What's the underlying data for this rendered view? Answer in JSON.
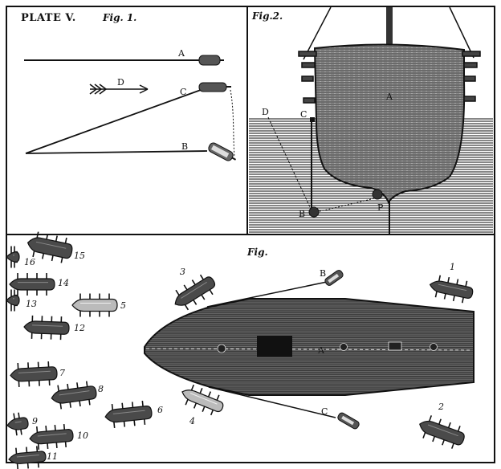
{
  "plate_title": "PLATE V.",
  "fig1": {
    "heading": "Fig. 1.",
    "labels": {
      "a": "A",
      "c": "C",
      "b": "B",
      "d": "D"
    }
  },
  "fig2": {
    "heading": "Fig.2.",
    "labels": {
      "a": "A",
      "c": "C",
      "d": "D",
      "b": "B",
      "p": "P"
    }
  },
  "fig3": {
    "heading": "Fig.",
    "labels": {
      "a": "A",
      "b": "B",
      "c": "C"
    },
    "torpedoes": [
      {
        "n": "1"
      },
      {
        "n": "2"
      },
      {
        "n": "3"
      },
      {
        "n": "4"
      },
      {
        "n": "5"
      },
      {
        "n": "6"
      },
      {
        "n": "7"
      },
      {
        "n": "8"
      },
      {
        "n": "9"
      },
      {
        "n": "10"
      },
      {
        "n": "11"
      },
      {
        "n": "12"
      },
      {
        "n": "13"
      },
      {
        "n": "14"
      },
      {
        "n": "15"
      },
      {
        "n": "16"
      }
    ]
  },
  "colors": {
    "ink": "#111111",
    "paper": "#ffffff",
    "hull": "#4a4a4a",
    "water": "#555555"
  }
}
